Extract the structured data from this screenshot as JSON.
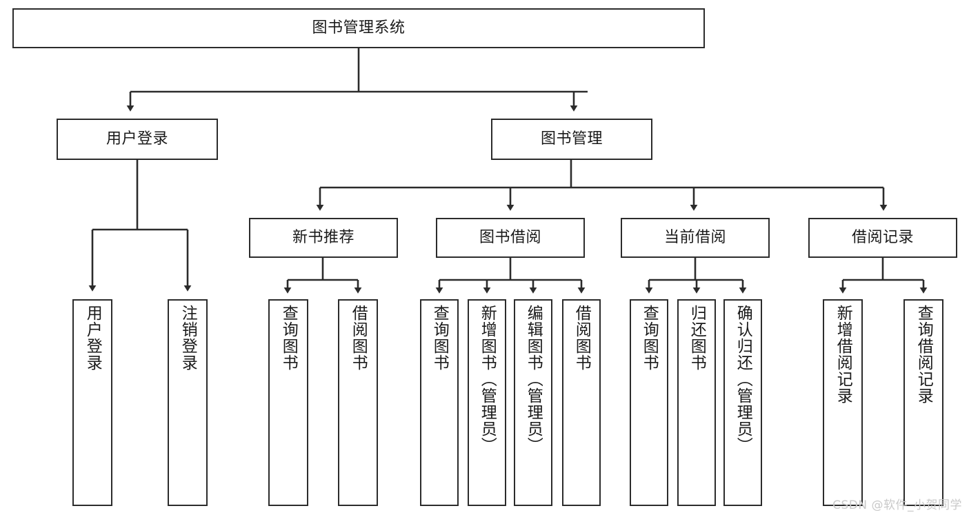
{
  "diagram": {
    "type": "tree-hierarchy",
    "title": "图书管理系统",
    "orientation": "top-down",
    "colors": {
      "background": "#ffffff",
      "node_fill": "#ffffff",
      "stroke": "#2b2b2b",
      "text": "#1a1a1a",
      "watermark": "#c9c9c9"
    },
    "nodes": {
      "root": {
        "label": "图书管理系统",
        "level": 1,
        "orientation": "horizontal"
      },
      "l2": [
        {
          "id": "user-login",
          "label": "用户登录",
          "level": 2,
          "orientation": "horizontal"
        },
        {
          "id": "book-manage",
          "label": "图书管理",
          "level": 2,
          "orientation": "horizontal"
        }
      ],
      "l3": [
        {
          "id": "new-book-rec",
          "label": "新书推荐",
          "level": 3,
          "orientation": "horizontal",
          "parent": "book-manage"
        },
        {
          "id": "book-borrow",
          "label": "图书借阅",
          "level": 3,
          "orientation": "horizontal",
          "parent": "book-manage"
        },
        {
          "id": "current-borrow",
          "label": "当前借阅",
          "level": 3,
          "orientation": "horizontal",
          "parent": "book-manage"
        },
        {
          "id": "borrow-record",
          "label": "借阅记录",
          "level": 3,
          "orientation": "horizontal",
          "parent": "book-manage"
        }
      ],
      "leaves": [
        {
          "id": "leaf-user-login",
          "label": "用户登录",
          "parent": "user-login",
          "orientation": "vertical"
        },
        {
          "id": "leaf-logout",
          "label": "注销登录",
          "parent": "user-login",
          "orientation": "vertical"
        },
        {
          "id": "leaf-query-book-1",
          "label": "查询图书",
          "parent": "new-book-rec",
          "orientation": "vertical"
        },
        {
          "id": "leaf-borrow-book-1",
          "label": "借阅图书",
          "parent": "new-book-rec",
          "orientation": "vertical"
        },
        {
          "id": "leaf-query-book-2",
          "label": "查询图书",
          "parent": "book-borrow",
          "orientation": "vertical"
        },
        {
          "id": "leaf-add-book",
          "label": "新增图书（管理员）",
          "parent": "book-borrow",
          "orientation": "vertical"
        },
        {
          "id": "leaf-edit-book",
          "label": "编辑图书（管理员）",
          "parent": "book-borrow",
          "orientation": "vertical"
        },
        {
          "id": "leaf-borrow-book-2",
          "label": "借阅图书",
          "parent": "book-borrow",
          "orientation": "vertical"
        },
        {
          "id": "leaf-query-book-3",
          "label": "查询图书",
          "parent": "current-borrow",
          "orientation": "vertical"
        },
        {
          "id": "leaf-return-book",
          "label": "归还图书",
          "parent": "current-borrow",
          "orientation": "vertical"
        },
        {
          "id": "leaf-confirm-return",
          "label": "确认归还（管理员）",
          "parent": "current-borrow",
          "orientation": "vertical"
        },
        {
          "id": "leaf-add-record",
          "label": "新增借阅记录",
          "parent": "borrow-record",
          "orientation": "vertical"
        },
        {
          "id": "leaf-query-record",
          "label": "查询借阅记录",
          "parent": "borrow-record",
          "orientation": "vertical"
        }
      ]
    }
  },
  "watermark": {
    "text": "CSDN @软件_小贺同学"
  }
}
